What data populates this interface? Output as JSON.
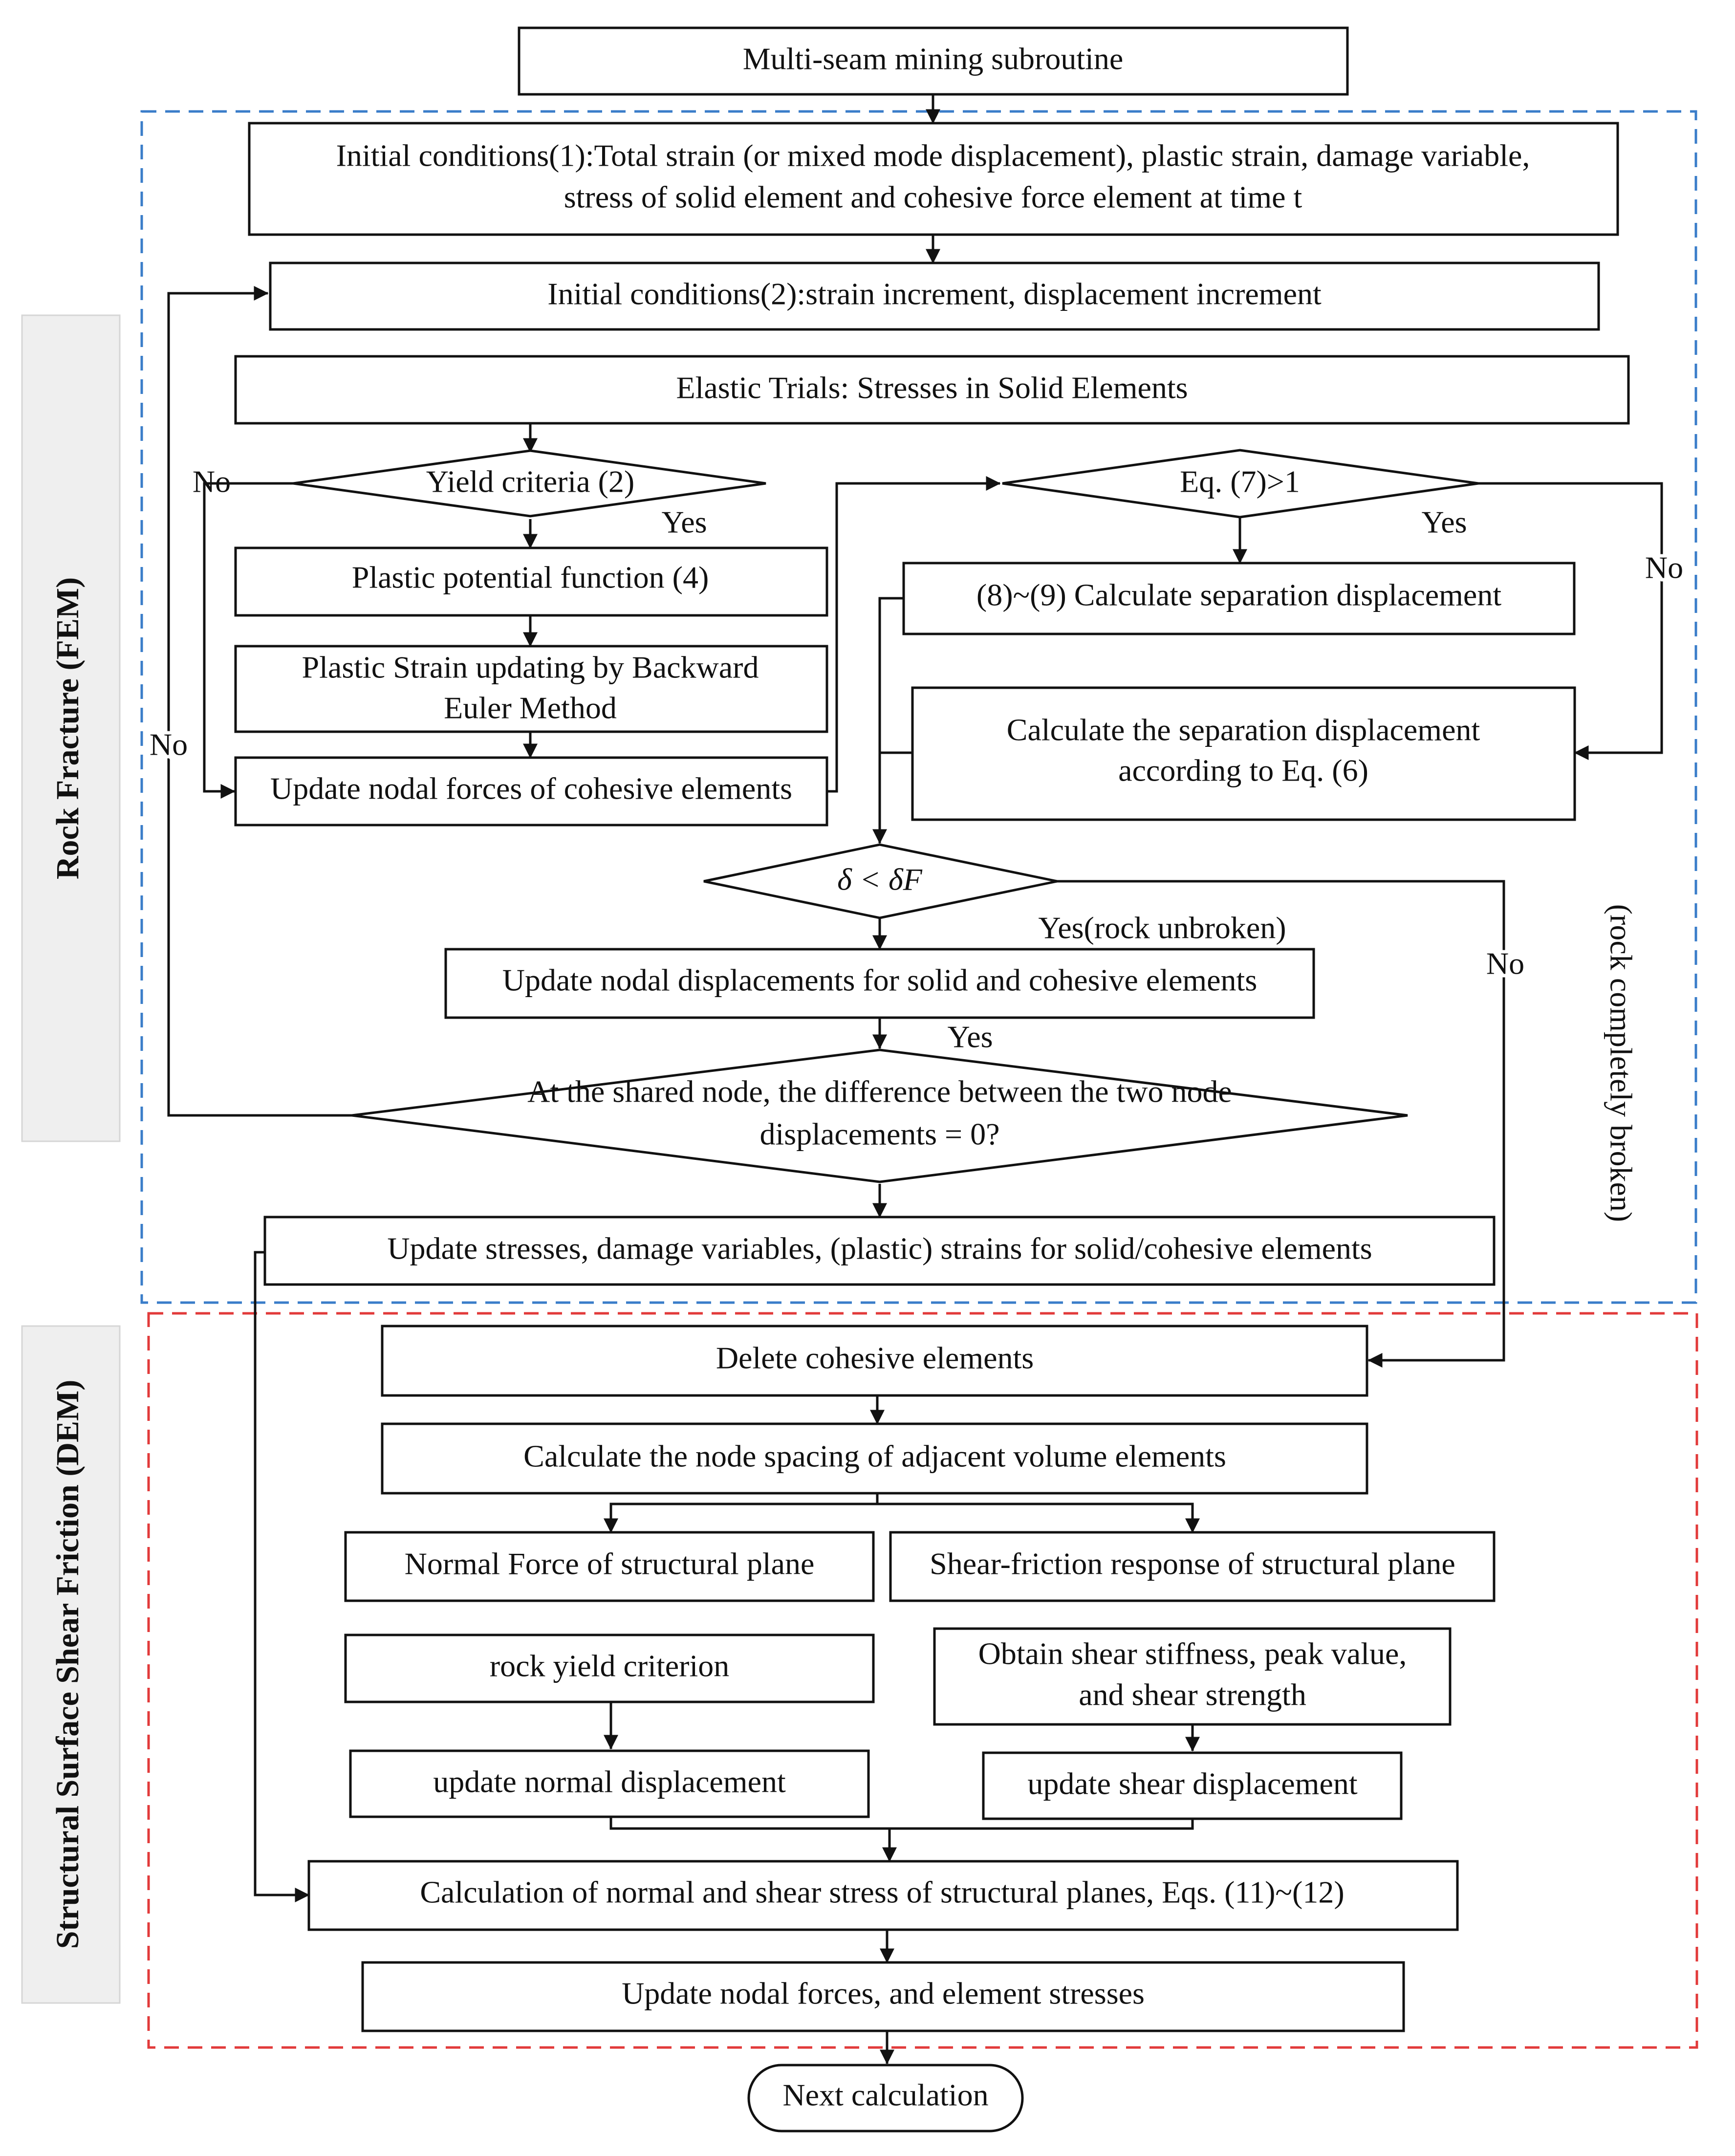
{
  "title": "Multi-seam mining subroutine",
  "side_labels": {
    "fem": "Rock Fracture (FEM)",
    "dem": "Structural Surface Shear Friction (DEM)"
  },
  "colors": {
    "fem_border": "#3a7dc9",
    "dem_border": "#e23a3a",
    "line": "#111111",
    "side_label_bg": "#efefef"
  },
  "nodes": {
    "init1": [
      "Initial conditions(1):Total strain (or mixed mode displacement), plastic strain, damage variable,",
      "stress of solid element and cohesive force element at time t"
    ],
    "init2": "Initial conditions(2):strain increment, displacement increment",
    "elastic": "Elastic Trials: Stresses in Solid Elements",
    "yield": "Yield criteria (2)",
    "plastic_potential": "Plastic potential function (4)",
    "plastic_strain": [
      "Plastic Strain updating by Backward",
      "Euler Method"
    ],
    "update_cohesive": "Update nodal forces of cohesive elements",
    "eq7": "Eq. (7)>1",
    "calc_89": "(8)~(9) Calculate separation displacement",
    "calc_eq6": [
      "Calculate the separation displacement",
      "according to Eq. (6)"
    ],
    "delta": "δ < δF",
    "update_nodal_disp": "Update nodal displacements for solid and cohesive elements",
    "shared_node": [
      "At the shared node, the difference between the two node",
      "displacements = 0?"
    ],
    "update_stresses": "Update stresses, damage variables, (plastic) strains for solid/cohesive elements",
    "delete": "Delete cohesive elements",
    "node_spacing": "Calculate the node spacing of adjacent volume elements",
    "normal_force": "Normal Force of structural plane",
    "shear_friction": "Shear-friction response of structural plane",
    "rock_yield": "rock yield criterion",
    "obtain_shear": [
      "Obtain shear stiffness, peak value,",
      "and shear strength"
    ],
    "update_normal": "update normal displacement",
    "update_shear": "update shear displacement",
    "calc_stress": "Calculation of normal and shear stress of structural planes, Eqs. (11)~(12)",
    "update_forces": "Update nodal forces, and element stresses",
    "next": "Next calculation"
  },
  "edge_labels": {
    "yield_no": "No",
    "yield_yes": "Yes",
    "eq7_yes": "Yes",
    "eq7_no": "No",
    "loop_no": "No",
    "delta_yes": "Yes(rock unbroken)",
    "delta_no": "No",
    "shared_yes": "Yes",
    "broken": "(rock completely broken)"
  }
}
